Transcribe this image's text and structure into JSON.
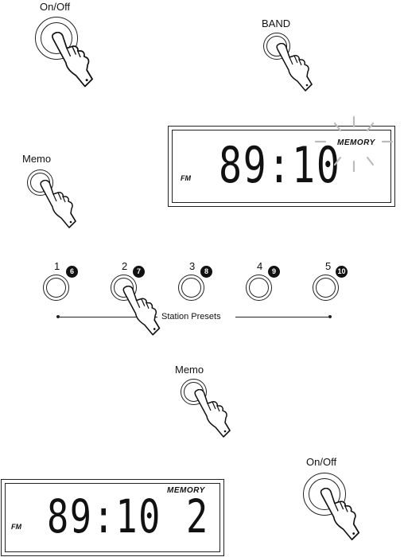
{
  "step1": {
    "power_label": "On/Off",
    "band_label": "BAND"
  },
  "step2": {
    "memo_label": "Memo",
    "display": {
      "band": "FM",
      "frequency": "89:10",
      "memory_label": "MEMORY"
    }
  },
  "step3": {
    "presets": [
      {
        "number": "1",
        "step": "6"
      },
      {
        "number": "2",
        "step": "7"
      },
      {
        "number": "3",
        "step": "8"
      },
      {
        "number": "4",
        "step": "9"
      },
      {
        "number": "5",
        "step": "10"
      }
    ],
    "presets_label": "Station Presets"
  },
  "step4": {
    "memo_label": "Memo"
  },
  "step5": {
    "display": {
      "band": "FM",
      "frequency": "89:10",
      "memory_label": "MEMORY",
      "preset": "2"
    },
    "power_label": "On/Off"
  }
}
